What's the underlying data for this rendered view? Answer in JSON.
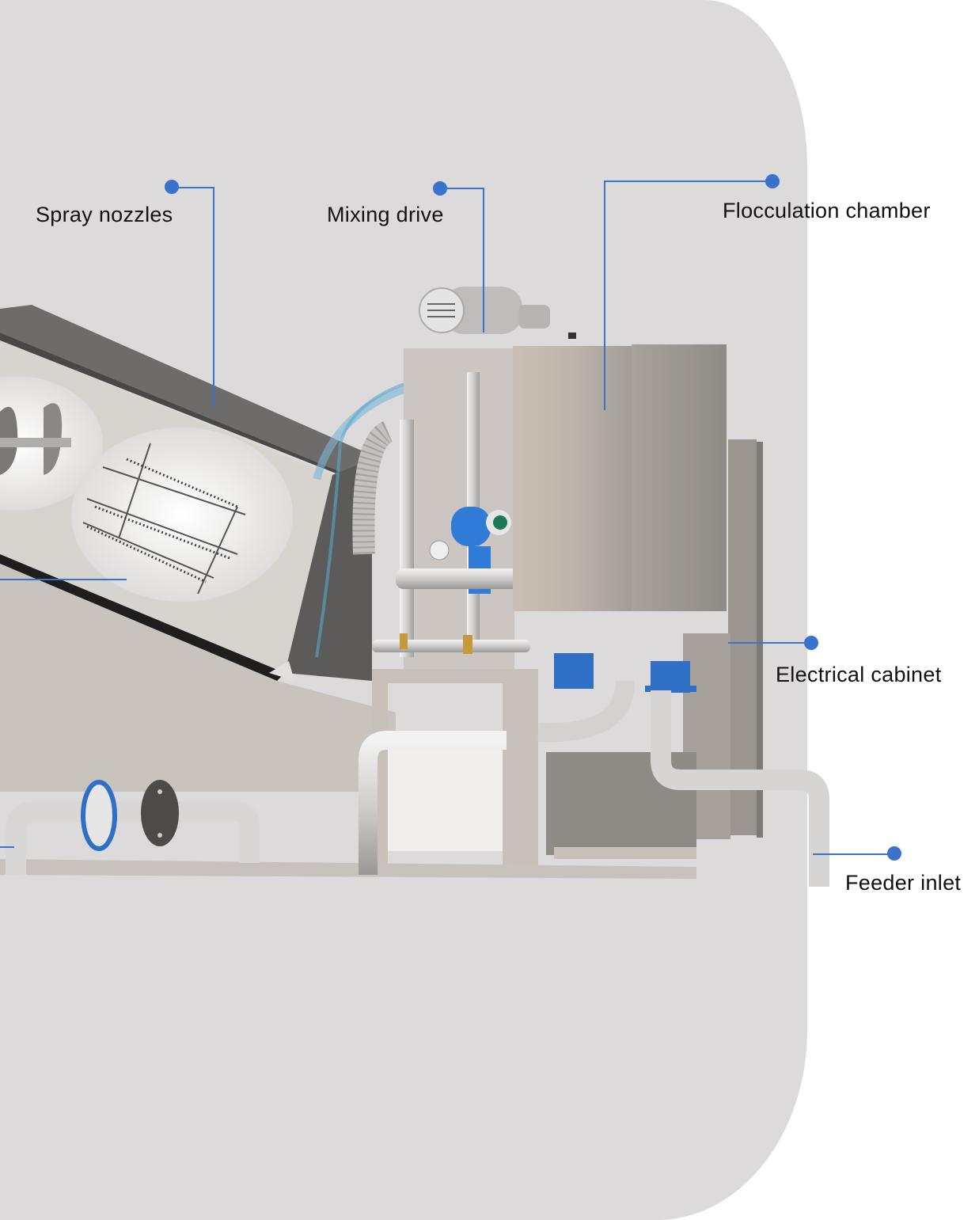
{
  "figure": {
    "subject": "Screw press sludge dewatering machine",
    "background_color": "#dcdadb",
    "accent_color": "#3a73cc",
    "callouts": [
      {
        "id": "spray-nozzles",
        "label": "Spray nozzles"
      },
      {
        "id": "mixing-drive",
        "label": "Mixing drive"
      },
      {
        "id": "flocculation-chamber",
        "label": "Flocculation chamber"
      },
      {
        "id": "electrical-cabinet",
        "label": "Electrical cabinet"
      },
      {
        "id": "feeder-inlet",
        "label": "Feeder inlet"
      }
    ]
  }
}
